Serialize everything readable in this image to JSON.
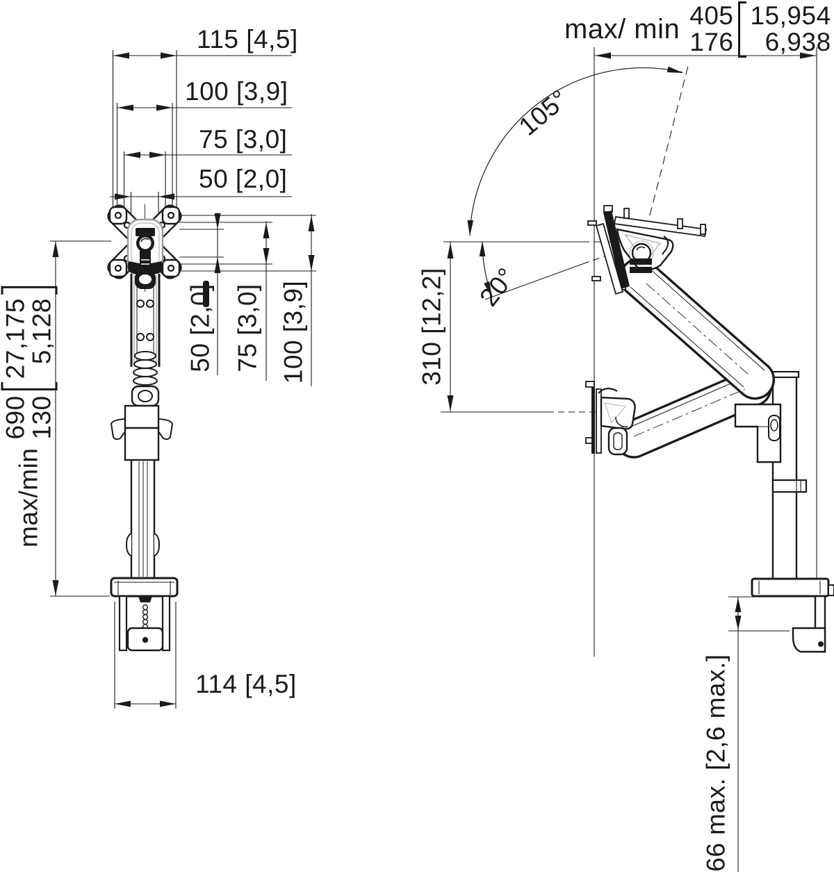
{
  "front_view": {
    "plate_width_dims": [
      "115 [4,5]",
      "100 [3,9]",
      "75 [3,0]",
      "50 [2,0]"
    ],
    "plate_height_dims": [
      "50 [2,0]",
      "75 [3,0]",
      "100 [3,9]"
    ],
    "height_range_dim": {
      "prefix": "max/min",
      "mm_max": "690",
      "mm_min": "130",
      "inch_max": "27,175",
      "inch_min": "5,128"
    },
    "clamp_width_dim": "114 [4,5]"
  },
  "side_view": {
    "reach_range_dim": {
      "prefix": "max/ min",
      "mm_max": "405",
      "mm_min": "176",
      "inch_max": "15,954",
      "inch_min": "6,938"
    },
    "swivel_angle": "105°",
    "tilt_angle": "20°",
    "lift_range_dim": "310 [12,2]",
    "desk_thickness_dim": "66 max. [2,6 max.]"
  }
}
